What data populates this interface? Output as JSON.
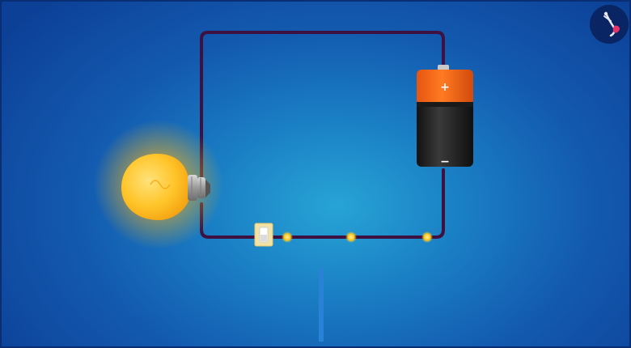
{
  "scene": {
    "title": "",
    "components": {
      "bulb": {
        "name": "light-bulb-icon",
        "state": "on"
      },
      "battery": {
        "name": "battery-icon",
        "positive_label": "+",
        "negative_label": "−"
      },
      "switch": {
        "name": "toggle-switch",
        "state": "closed"
      },
      "current_dots": 3
    },
    "colors": {
      "wire": "#3d1240",
      "bulb_glow": "#f7b21b",
      "battery_top": "#ff6a1a",
      "battery_body": "#1e1e1e",
      "dot": "#ffc61a",
      "background_center": "#27a4d6",
      "background_edge": "#0c3f96"
    }
  },
  "logo": {
    "name": "app-logo-icon"
  },
  "caption": {
    "text": ""
  }
}
